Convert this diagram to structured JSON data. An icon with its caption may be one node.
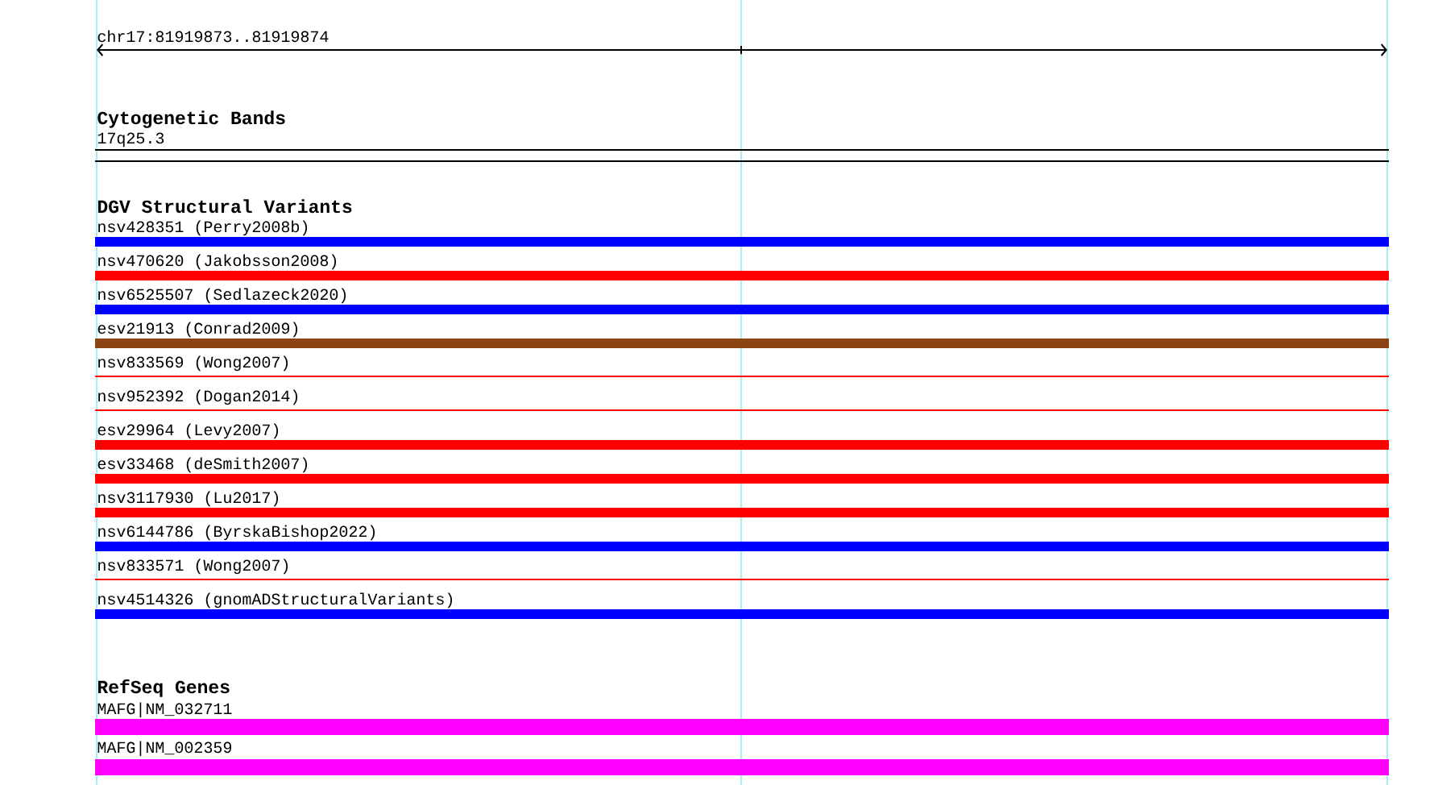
{
  "diagram": {
    "labels": [
      "chr17:81919873..81919874",
      "Cytogenetic Bands",
      "DGV Structural Variants",
      "RefSeq Genes"
    ],
    "nodes": [
      {
        "text": [
          "17q25.3"
        ]
      },
      {
        "text": [
          "nsv428351 (Perry2008b)"
        ]
      },
      {
        "text": [
          "nsv470620 (Jakobsson2008)"
        ]
      },
      {
        "text": [
          "nsv6525507 (Sedlazeck2020)"
        ]
      },
      {
        "text": [
          "esv21913 (Conrad2009)"
        ]
      },
      {
        "text": [
          "nsv833569 (Wong2007)"
        ]
      },
      {
        "text": [
          "nsv952392 (Dogan2014)"
        ]
      },
      {
        "text": [
          "esv29964 (Levy2007)"
        ]
      },
      {
        "text": [
          "esv33468 (deSmith2007)"
        ]
      },
      {
        "text": [
          "nsv3117930 (Lu2017)"
        ]
      },
      {
        "text": [
          "nsv6144786 (ByrskaBishop2022)"
        ]
      },
      {
        "text": [
          "nsv833571 (Wong2007)"
        ]
      },
      {
        "text": [
          "nsv4514326 (gnomADStructuralVariants)"
        ]
      },
      {
        "text": [
          "MAFG|NM_032711"
        ]
      },
      {
        "text": [
          "MAFG|NM_002359"
        ]
      }
    ]
  }
}
